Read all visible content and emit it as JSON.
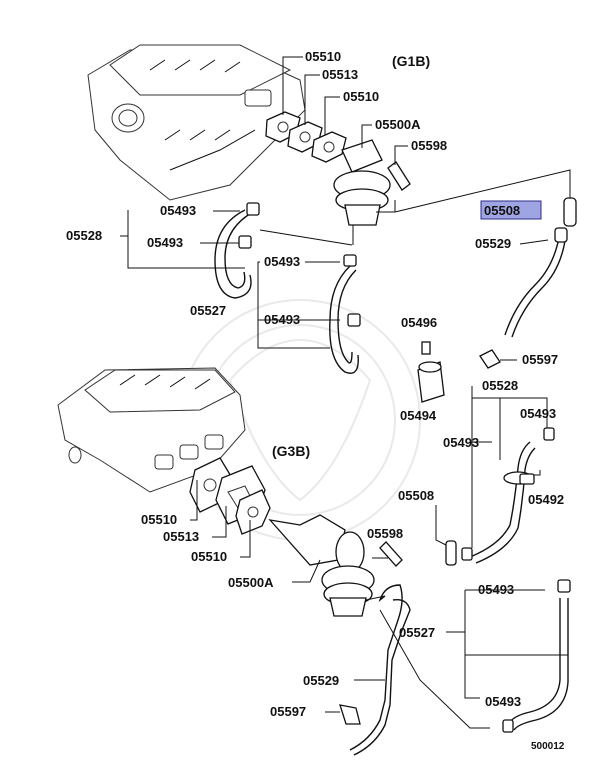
{
  "diagram": {
    "sections": {
      "g1b": "(G1B)",
      "g3b": "(G3B)"
    },
    "figure_number": "500012",
    "highlight_color": "#9fa4e3",
    "labels": {
      "a_05510": "05510",
      "a_05513": "05513",
      "a_05510b": "05510",
      "a_05500a": "05500A",
      "a_05598": "05598",
      "a_05508": "05508",
      "a_05529": "05529",
      "a_05493_1": "05493",
      "a_05528": "05528",
      "a_05493_2": "05493",
      "a_05493_3": "05493",
      "a_05527": "05527",
      "a_05493_4": "05493",
      "a_05496": "05496",
      "a_05597": "05597",
      "a_05494": "05494",
      "b_05528": "05528",
      "b_05493_1": "05493",
      "b_05493_2": "05493",
      "b_05492": "05492",
      "b_05508": "05508",
      "b_05598": "05598",
      "b_05510": "05510",
      "b_05513": "05513",
      "b_05510b": "05510",
      "b_05500a": "05500A",
      "b_05493_3": "05493",
      "b_05527": "05527",
      "b_05529": "05529",
      "b_05597": "05597",
      "b_05493_4": "05493"
    }
  }
}
